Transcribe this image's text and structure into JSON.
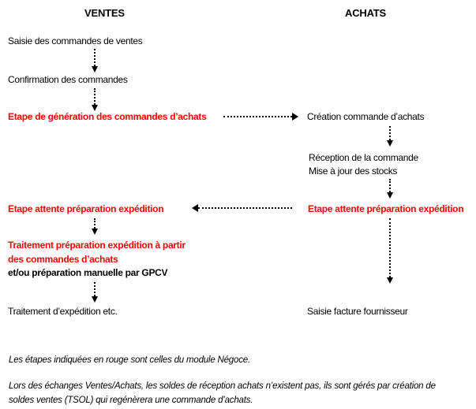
{
  "page": {
    "background_color": "#ffffff",
    "module_highlight_color": "#ff0000",
    "text_color": "#000000"
  },
  "columns": {
    "ventes": {
      "title": "VENTES",
      "steps": {
        "saisie_commandes": "Saisie des commandes de ventes",
        "confirmation": "Confirmation des commandes",
        "generation_achats": "Etape de génération des commandes d’achats",
        "attente_expedition": "Etape attente préparation expédition",
        "traitement_l1": "Traitement préparation expédition à partir",
        "traitement_l2": "des commandes d’achats",
        "traitement_l3": "et/ou préparation manuelle par GPCV",
        "expedition": "Traitement d’expédition etc."
      }
    },
    "achats": {
      "title": "ACHATS",
      "steps": {
        "creation_commande": "Création commande d’achats",
        "reception_l1": "Réception de la commande",
        "reception_l2": "Mise à jour des stocks",
        "attente_expedition": "Etape attente préparation expédition",
        "facture_fournisseur": "Saisie facture fournisseur"
      }
    }
  },
  "notes": {
    "note1": "Les étapes indiquées en rouge sont celles du module Négoce.",
    "note2_l1": "Lors des échanges Ventes/Achats, les soldes de réception achats n’existent pas, ils sont gérés par création de",
    "note2_l2": "soldes ventes (TSOL) qui regénèrera une commande d’achats."
  }
}
